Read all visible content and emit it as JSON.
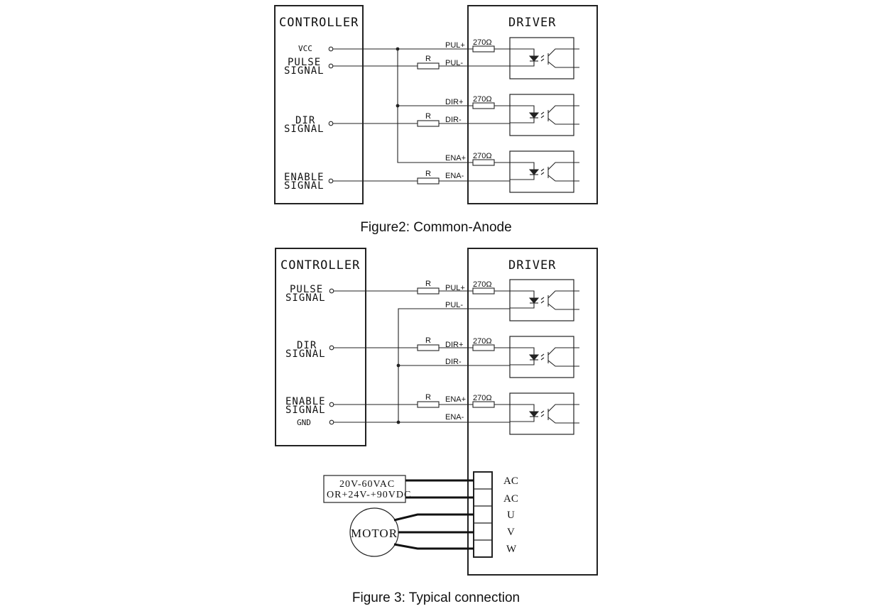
{
  "figure2": {
    "controller_title": "CONTROLLER",
    "driver_title": "DRIVER",
    "vcc": "VCC",
    "pulse_line1": "PULSE",
    "pulse_line2": "SIGNAL",
    "dir_line1": "DIR",
    "dir_line2": "SIGNAL",
    "enable_line1": "ENABLE",
    "enable_line2": "SIGNAL",
    "resistor_label": "R",
    "internal_resistor": "270Ω",
    "pul_plus": "PUL+",
    "pul_minus": "PUL-",
    "dir_plus": "DIR+",
    "dir_minus": "DIR-",
    "ena_plus": "ENA+",
    "ena_minus": "ENA-",
    "caption": "Figure2: Common-Anode"
  },
  "figure3": {
    "controller_title": "CONTROLLER",
    "driver_title": "DRIVER",
    "pulse_line1": "PULSE",
    "pulse_line2": "SIGNAL",
    "dir_line1": "DIR",
    "dir_line2": "SIGNAL",
    "enable_line1": "ENABLE",
    "enable_line2": "SIGNAL",
    "gnd": "GND",
    "resistor_label": "R",
    "internal_resistor": "270Ω",
    "pul_plus": "PUL+",
    "pul_minus": "PUL-",
    "dir_plus": "DIR+",
    "dir_minus": "DIR-",
    "ena_plus": "ENA+",
    "ena_minus": "ENA-",
    "power_line1": "20V-60VAC",
    "power_line2": "OR+24V-+90VDC",
    "motor": "MOTOR",
    "terminals": [
      "AC",
      "AC",
      "U",
      "V",
      "W"
    ],
    "caption": "Figure 3: Typical connection"
  }
}
